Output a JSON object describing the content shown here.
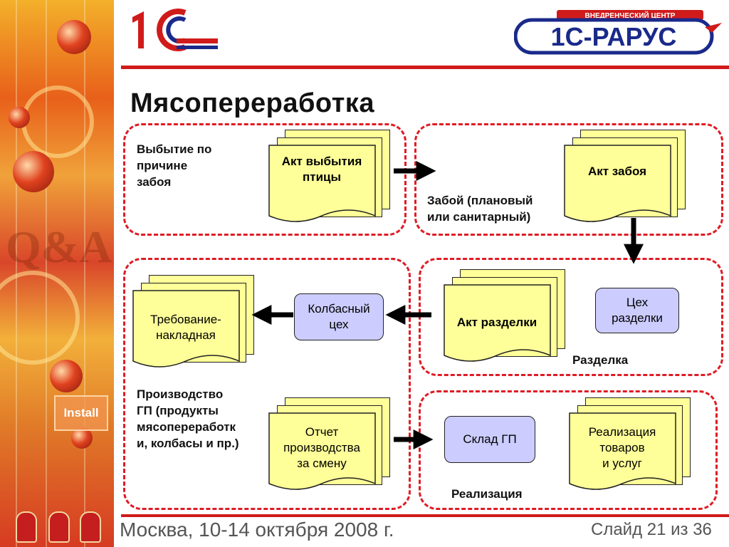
{
  "title": "Мясопереработка",
  "logos": {
    "left_text": "1С",
    "right_text": "1С-РАРУС",
    "right_banner": "ВНЕДРЕНЧЕСКИЙ ЦЕНТР",
    "decor_install": "Install"
  },
  "zones": {
    "vybytie": {
      "caption_lines": [
        "Выбытие по",
        "причине",
        "забоя"
      ]
    },
    "zaboi": {
      "caption_lines": [
        "Забой (плановый",
        "или санитарный)"
      ]
    },
    "razdelka": {
      "caption": "Разделка"
    },
    "proizvodstvo": {
      "caption_lines": [
        "Производство",
        "ГП (продукты",
        "мясопереработк",
        "и, колбасы и пр.)"
      ]
    },
    "realizaciya": {
      "caption": "Реализация"
    }
  },
  "documents": {
    "akt_vybytiya": [
      "Акт выбытия",
      "птицы"
    ],
    "akt_zaboya": [
      "Акт забоя"
    ],
    "akt_razdelki": [
      "Акт разделки"
    ],
    "trebovanie": [
      "Требование-",
      "накладная"
    ],
    "otchet": [
      "Отчет",
      "производства",
      "за смену"
    ],
    "realizaciya_tovarov": [
      "Реализация",
      "товаров",
      "и услуг"
    ]
  },
  "processes": {
    "kolbasny_ceh": [
      "Колбасный",
      "цех"
    ],
    "ceh_razdelki": [
      "Цех",
      "разделки"
    ],
    "sklad_gp": [
      "Склад ГП"
    ]
  },
  "footer": {
    "location_date": "Москва, 10-14 октября 2008 г.",
    "slide_counter": "Слайд 21 из 36"
  },
  "colors": {
    "accent_red": "#d01b1b",
    "document_fill": "#ffff99",
    "process_fill": "#ccccff"
  }
}
